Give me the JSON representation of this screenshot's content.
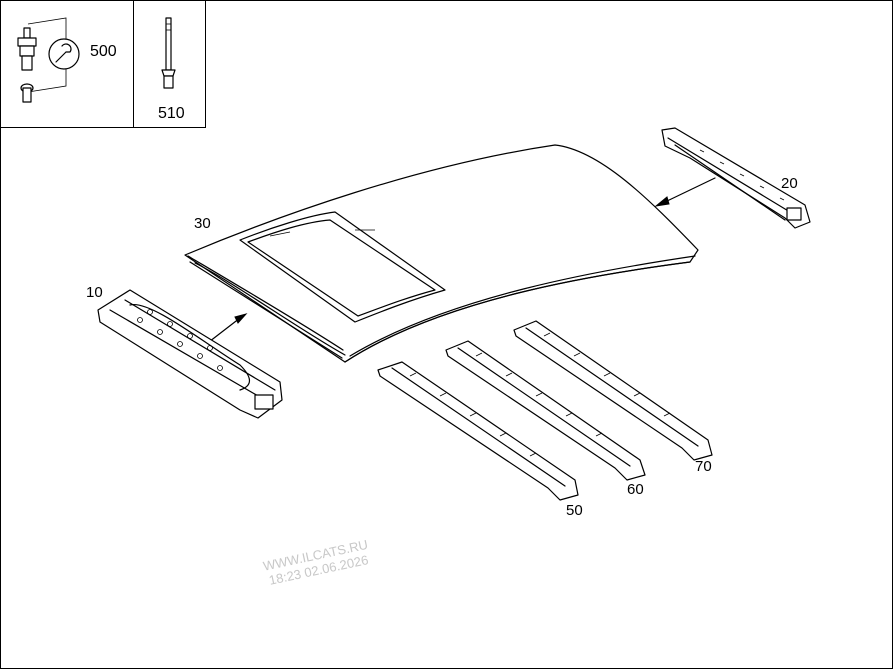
{
  "legend": {
    "items": [
      {
        "label": "500",
        "icon": "wrench-icon"
      },
      {
        "label": "510",
        "icon": "rivet-icon"
      }
    ]
  },
  "parts": {
    "p10": "10",
    "p20": "20",
    "p30": "30",
    "p50": "50",
    "p60": "60",
    "p70": "70"
  },
  "watermark": {
    "line1": "WWW.ILCATS.RU",
    "line2": "18:23 02.06.2026"
  }
}
